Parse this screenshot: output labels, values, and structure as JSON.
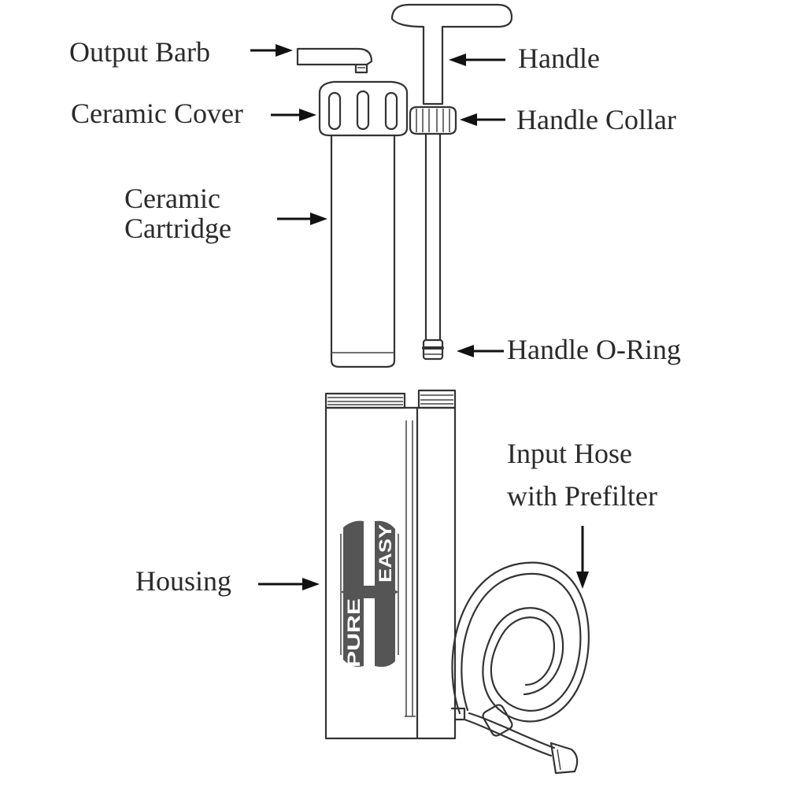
{
  "labels": {
    "output_barb": "Output Barb",
    "handle": "Handle",
    "ceramic_cover": "Ceramic Cover",
    "handle_collar": "Handle Collar",
    "ceramic_cartridge_line1": "Ceramic",
    "ceramic_cartridge_line2": "Cartridge",
    "handle_oring": "Handle O-Ring",
    "input_hose_line1": "Input Hose",
    "input_hose_line2": "with Prefilter",
    "housing": "Housing"
  },
  "logo": {
    "left_word": "PURE",
    "right_word": "EASY"
  },
  "colors": {
    "ink": "#333333",
    "background": "#ffffff"
  }
}
